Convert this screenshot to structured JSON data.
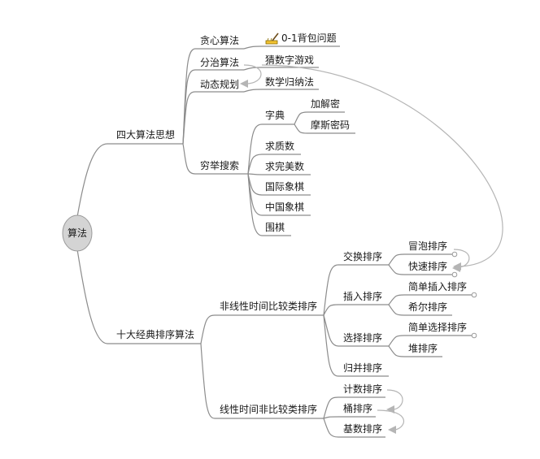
{
  "root": "算法",
  "branches": {
    "thought": "四大算法思想",
    "sort": "十大经典排序算法"
  },
  "thought": {
    "greedy": "贪心算法",
    "knapsack": "0-1背包问题",
    "divide": "分治算法",
    "guess": "猜数字游戏",
    "dp": "动态规划",
    "induction": "数学归纳法",
    "exhaustive": "穷举搜索",
    "dict": "字典",
    "encrypt": "加解密",
    "morse": "摩斯密码",
    "prime": "求质数",
    "perfect": "求完美数",
    "chess": "国际象棋",
    "xiangqi": "中国象棋",
    "go": "围棋"
  },
  "sort": {
    "nonlinear": "非线性时间比较类排序",
    "swap": "交换排序",
    "bubble": "冒泡排序",
    "quick": "快速排序",
    "insert": "插入排序",
    "simple_insert": "简单插入排序",
    "shell": "希尔排序",
    "select": "选择排序",
    "simple_select": "简单选择排序",
    "heap": "堆排序",
    "merge": "归并排序",
    "linear": "线性时间非比较类排序",
    "counting": "计数排序",
    "bucket": "桶排序",
    "radix": "基数排序"
  },
  "colors": {
    "line": "#8c8c8c",
    "relation": "#b5b5b5",
    "root_fill": "#d4d4d4"
  },
  "icons": {
    "knapsack": "broom-icon"
  }
}
